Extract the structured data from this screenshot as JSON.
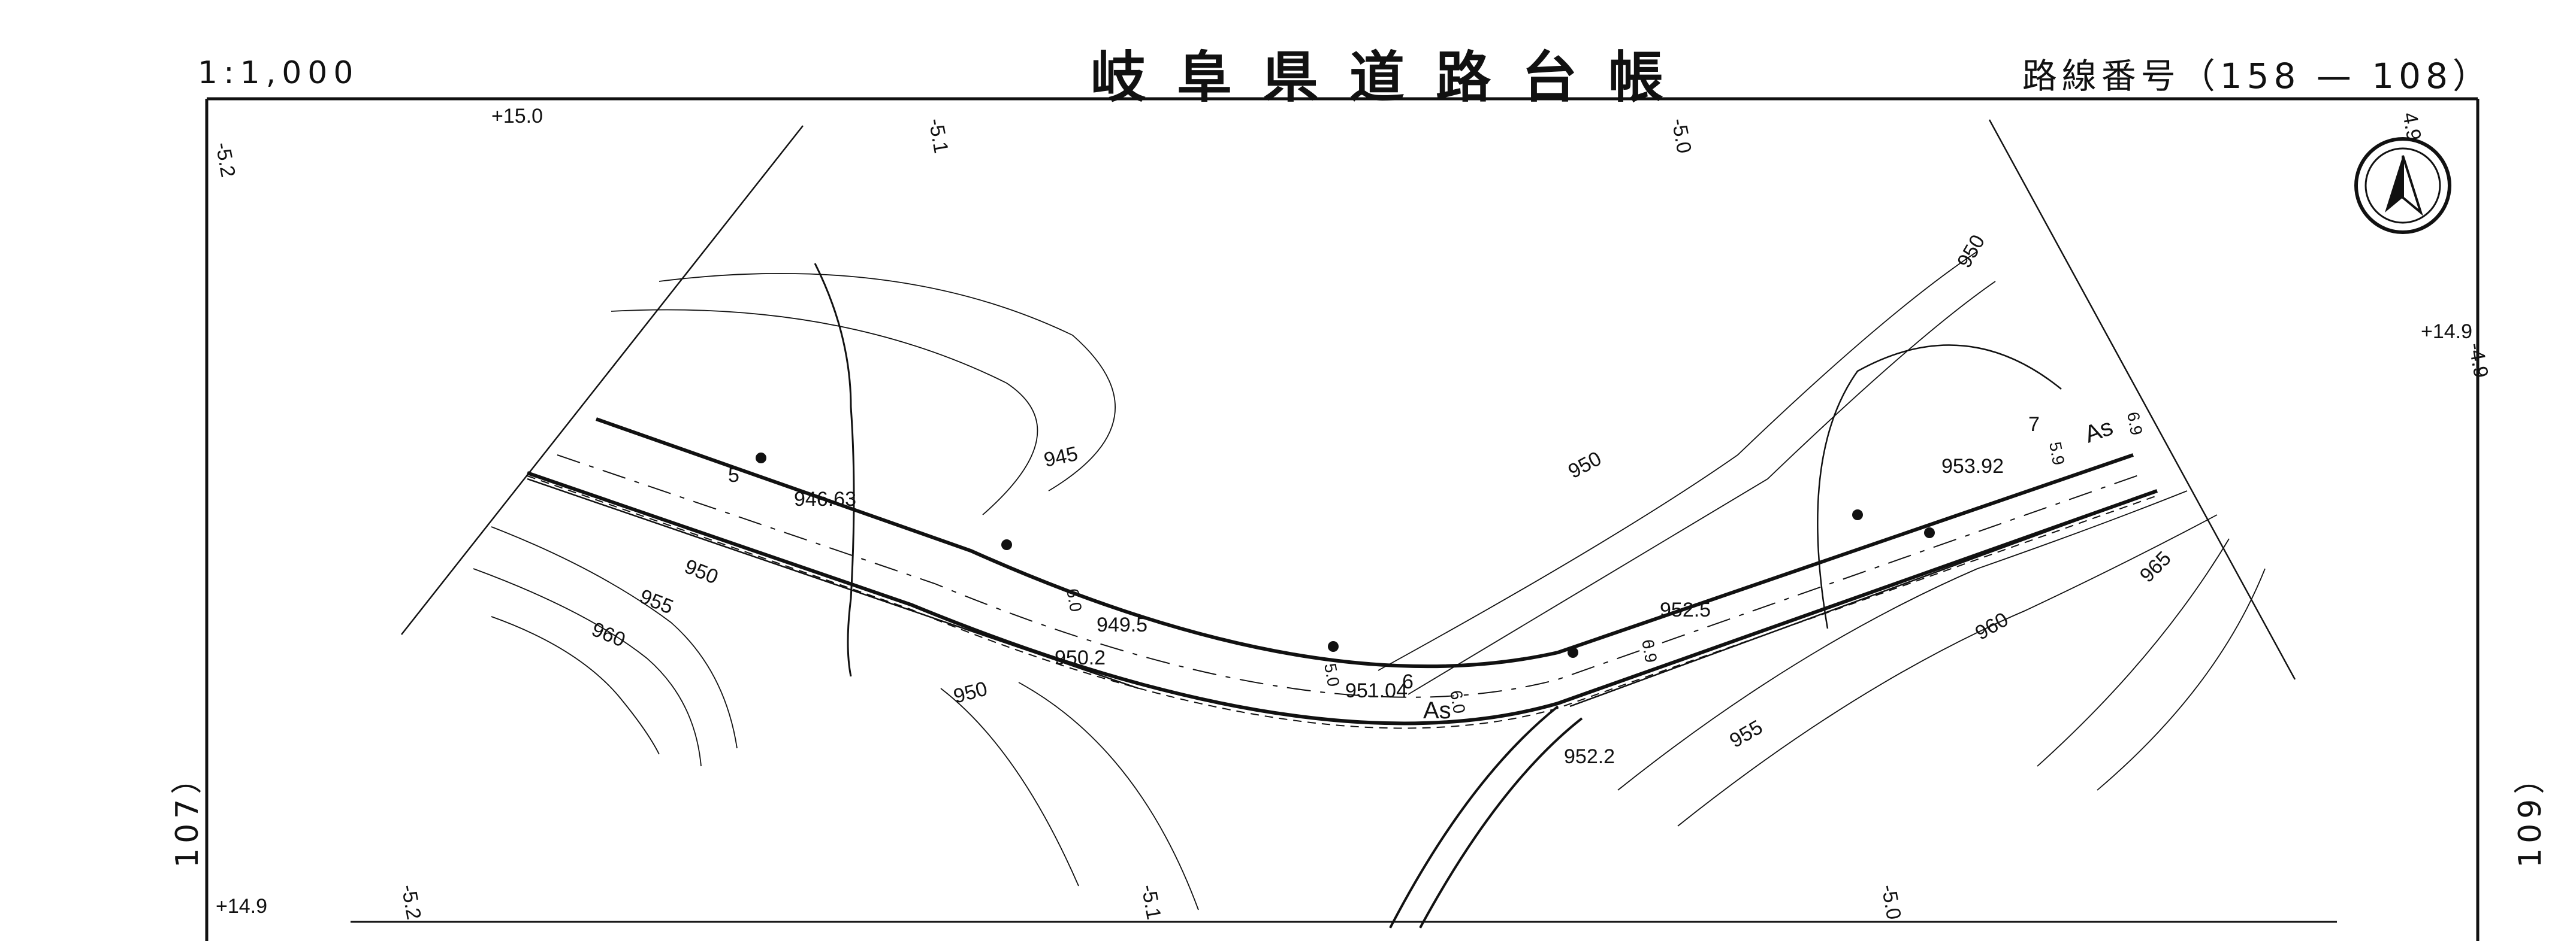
{
  "header": {
    "scale": "1:1,000",
    "title": "岐阜県道路台帳",
    "route_number": "路線番号（158 — 108）"
  },
  "side_labels": {
    "left": "107）",
    "right": "109）"
  },
  "north_arrow": {
    "icon": "north-arrow-icon"
  },
  "sheet_marks": [
    "+15.0",
    "-5.1",
    "-5.0",
    "-5.2",
    "+14.9",
    "-4.9",
    "-5.1",
    "-5.0",
    "-5.2",
    "+14.9",
    "4.9"
  ],
  "contours": [
    "945",
    "950",
    "950",
    "950",
    "955",
    "960",
    "950",
    "955",
    "960",
    "965"
  ],
  "elevations": [
    "946.63",
    "949.5",
    "950.2",
    "951.04",
    "952.5",
    "952.2",
    "953.92"
  ],
  "road_surface": [
    "As",
    "As"
  ],
  "widths": [
    "6.0",
    "5.0",
    "6.0",
    "6.9",
    "5.9",
    "6.9"
  ],
  "section_numbers": [
    "5",
    "6",
    "7"
  ]
}
